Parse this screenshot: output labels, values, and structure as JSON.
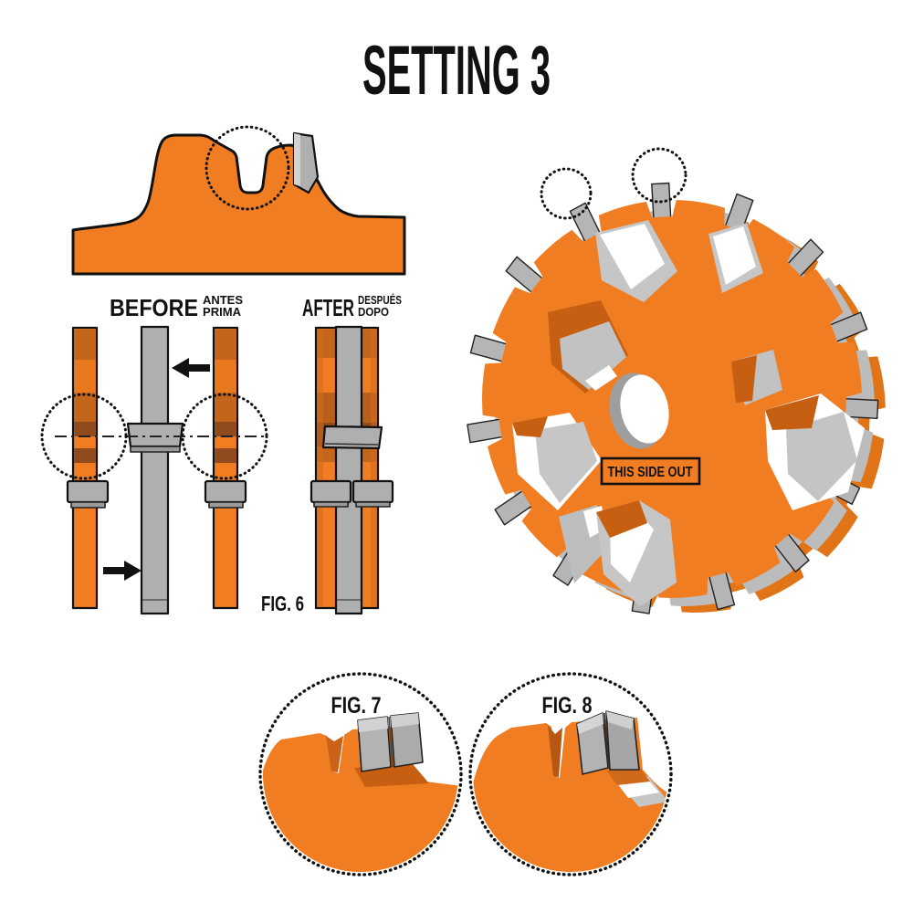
{
  "title": "SETTING 3",
  "colors": {
    "orange": "#F07D21",
    "orange_dark": "#C4651C",
    "orange_darker": "#8F4B1D",
    "orange_shadow": "#C65F11",
    "gray": "#AFAFAF",
    "gray_light": "#D2D2D2",
    "gray_back": "#BCBCBC",
    "outline": "#111111"
  },
  "alignment_diagram": {
    "before_label": "BEFORE",
    "before_translations": [
      "ANTES",
      "PRIMA"
    ],
    "after_label": "AFTER",
    "after_translations": [
      "DESPUÉS",
      "DOPO"
    ],
    "figure_label": "FIG. 6"
  },
  "cutter_wheel": {
    "stamp_label": "THIS SIDE OUT"
  },
  "detail_figures": [
    {
      "label": "FIG. 7"
    },
    {
      "label": "FIG. 8"
    }
  ]
}
